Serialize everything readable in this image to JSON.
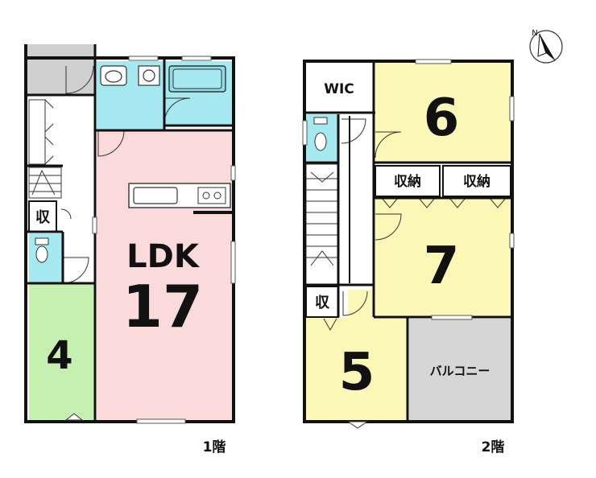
{
  "floor1": {
    "caption": "1階",
    "ldk_label": "LDK",
    "ldk_size": "17",
    "room4_size": "4",
    "storage_label": "収"
  },
  "floor2": {
    "caption": "2階",
    "wic_label": "WIC",
    "room6_size": "6",
    "room7_size": "7",
    "room5_size": "5",
    "closet1_label": "収納",
    "closet2_label": "収納",
    "storage_label": "収",
    "balcony_label": "バルコニー"
  },
  "compass": {
    "north_label": "N"
  },
  "colors": {
    "ldk": "#fadadb",
    "room_green": "#c6f0b0",
    "room_yellow": "#fbf7b6",
    "water": "#a5e8f0",
    "balcony": "#d6d6d6",
    "porch": "#d0d0d0",
    "wall": "#111111"
  }
}
